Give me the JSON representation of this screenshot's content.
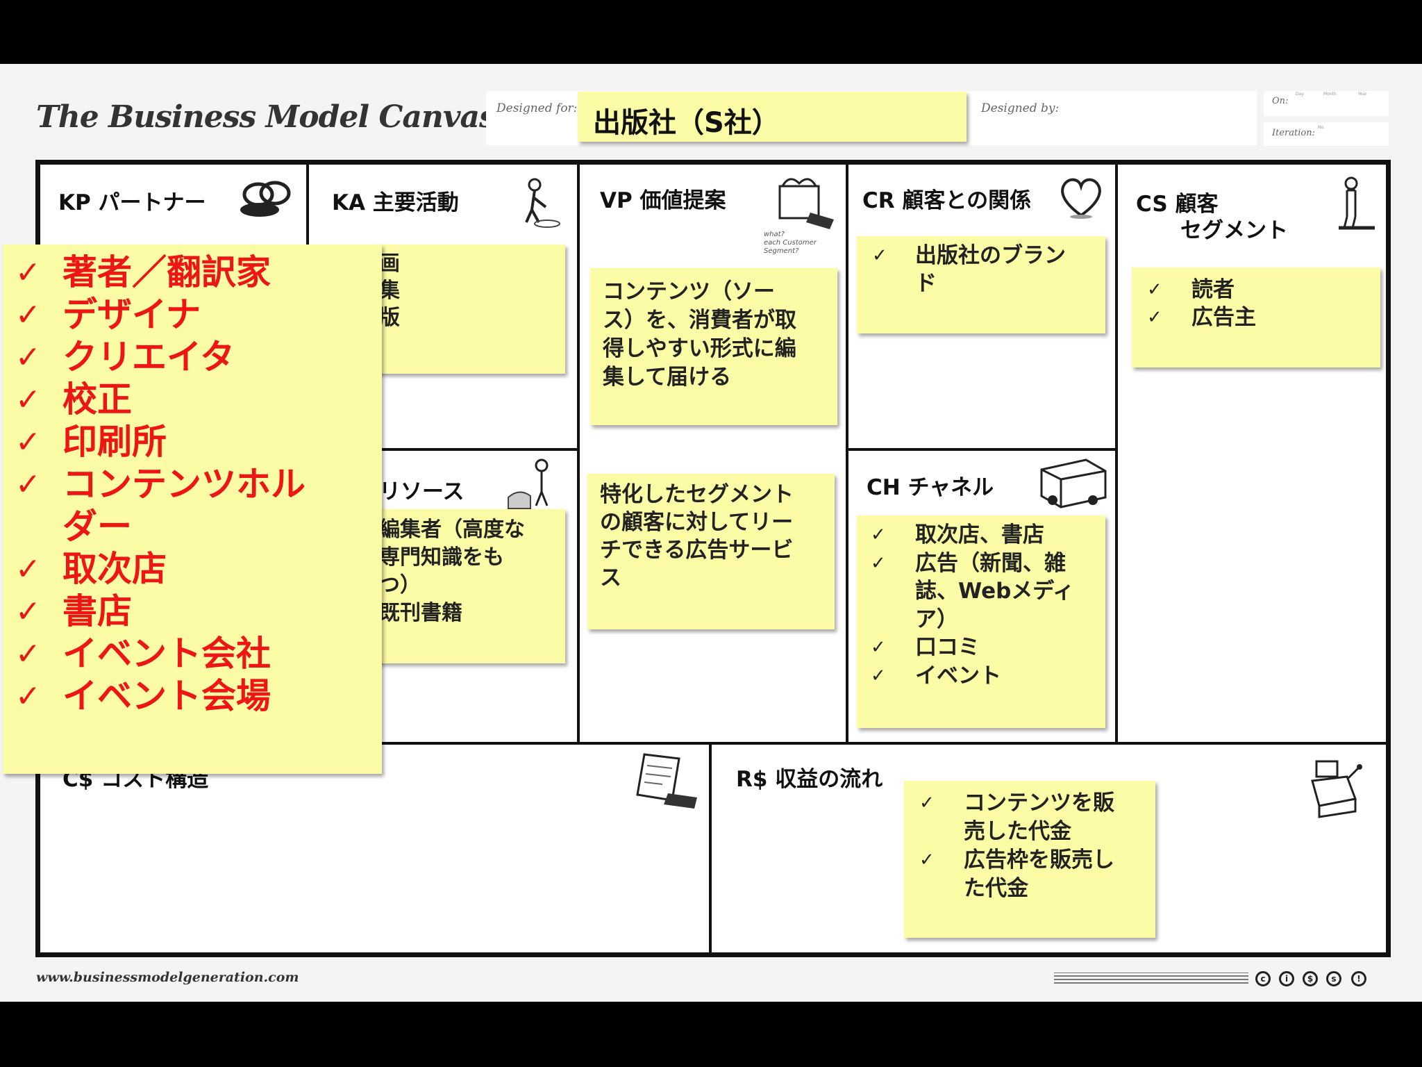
{
  "header": {
    "title": "The Business Model Canvas",
    "designed_for_label": "Designed for:",
    "designed_for_value": "出版社（S社）",
    "designed_by_label": "Designed by:",
    "on_label": "On:",
    "version_label": "Iteration:",
    "day_label": "Day",
    "month_label": "Month",
    "year_label": "Year",
    "no_label": "No."
  },
  "blocks": {
    "kp": "KP パートナー",
    "ka": "KA 主要活動",
    "vp": "VP 価値提案",
    "cr": "CR 顧客との関係",
    "cs_line1": "CS 顧客",
    "cs_line2": "セグメント",
    "kr": "リソース",
    "ch": "CH チャネル",
    "cost": "C$ コスト構造",
    "rev": "R$ 収益の流れ"
  },
  "vp_hint": "what?\neach Customer Segment?",
  "check": "✓",
  "notes": {
    "kp": [
      "著者／翻訳家",
      "デザイナ",
      "クリエイタ",
      "校正",
      "印刷所",
      "コンテンツホル",
      "ダー",
      "取次店",
      "書店",
      "イベント会社",
      "イベント会場"
    ],
    "ka": [
      "画",
      "集",
      "版"
    ],
    "kr": [
      "編集者（高度な",
      "専門知識をも",
      "つ）",
      "既刊書籍"
    ],
    "vp1": [
      "コンテンツ（ソー",
      "ス）を、消費者が取",
      "得しやすい形式に編",
      "集して届ける"
    ],
    "vp2": [
      "特化したセグメント",
      "の顧客に対してリー",
      "チできる広告サービ",
      "ス"
    ],
    "cr": [
      "出版社のブラン",
      "ド"
    ],
    "cs": [
      "読者",
      "広告主"
    ],
    "ch": [
      "取次店、書店",
      "広告（新聞、雑",
      "誌、Webメディ",
      "ア）",
      "口コミ",
      "イベント"
    ],
    "rev": [
      "コンテンツを販",
      "売した代金",
      "広告枠を販売し",
      "た代金"
    ]
  },
  "footer": {
    "url": "www.businessmodelgeneration.com"
  },
  "icons": [
    "cc-icon",
    "by-icon",
    "nc-icon",
    "sa-icon",
    "info-icon"
  ],
  "colors": {
    "note": "#fcfca6",
    "highlight_text": "#ee1515",
    "frame": "#111111"
  }
}
